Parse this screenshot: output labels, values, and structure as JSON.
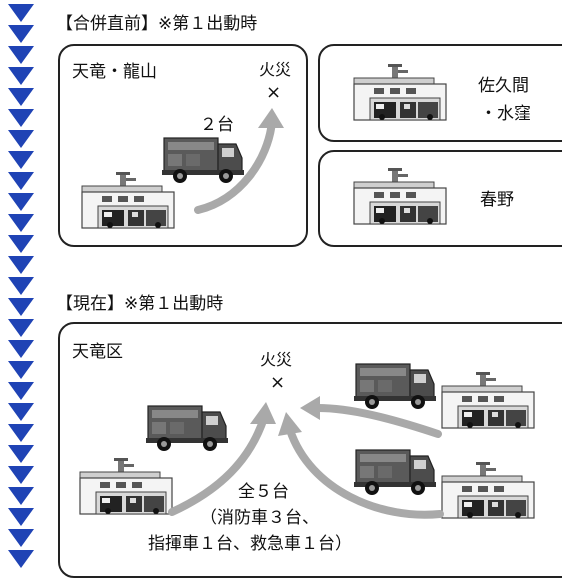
{
  "before": {
    "heading": "【合併直前】※第１出動時",
    "main_area": "天竜・龍山",
    "fire_label_1": "火災",
    "fire_label_2": "×",
    "count": "２台",
    "area_sakuma_line1": "佐久間",
    "area_sakuma_line2": "・水窪",
    "area_haruno": "春野"
  },
  "current": {
    "heading": "【現在】※第１出動時",
    "area": "天竜区",
    "fire_label_1": "火災",
    "fire_label_2": "×",
    "total_line1": "全５台",
    "total_line2": "（消防車３台、",
    "total_line3": "指揮車１台、救急車１台）"
  },
  "colors": {
    "chevron": "#1f43b5",
    "arrow": "#a9a9a9",
    "border": "#222222"
  },
  "icons": {
    "station": "fire-station-icon",
    "truck": "fire-truck-icon",
    "chevron": "chevron-down-icon"
  }
}
